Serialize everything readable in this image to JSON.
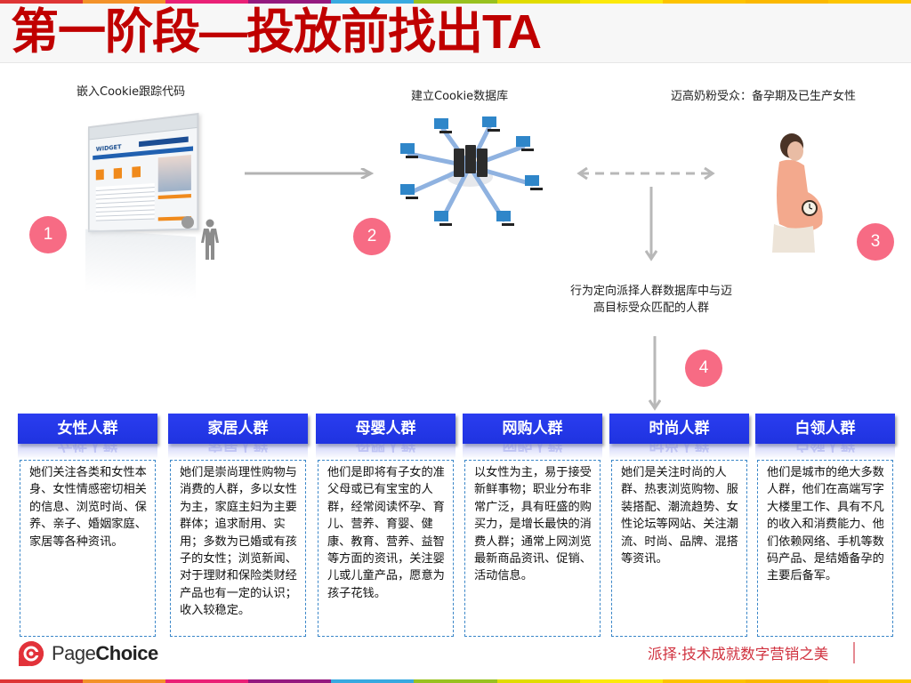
{
  "colors": {
    "accent": "#c00000",
    "step_badge": "#f76b84",
    "segment_header": "#2437e8",
    "dashed_border": "#3a86c8",
    "colorbar": [
      "#de3535",
      "#f39229",
      "#ea2076",
      "#94197f",
      "#38a9e0",
      "#98c11f",
      "#e1dc00",
      "#fce90b",
      "#fdc300",
      "#fbb800",
      "#fdc500"
    ]
  },
  "header": {
    "title_cn": "第一阶段—投放前找出",
    "title_en": "TA"
  },
  "flow": {
    "step1": {
      "number": "1",
      "caption": "嵌入Cookie跟踪代码",
      "icon": "browser-screenshot"
    },
    "step2": {
      "number": "2",
      "caption": "建立Cookie数据库",
      "icon": "server-network"
    },
    "step3": {
      "number": "3",
      "caption": "迈高奶粉受众：备孕期及已生产女性",
      "icon": "pregnant-woman-photo"
    },
    "step4": {
      "number": "4",
      "caption_line1": "行为定向派择人群数据库中与迈",
      "caption_line2": "高目标受众匹配的人群"
    },
    "browser_logo": "WIDGET"
  },
  "segments": [
    {
      "title": "女性人群",
      "description": "她们关注各类和女性本身、女性情感密切相关的信息、浏览时尚、保养、亲子、婚姻家庭、家居等各种资讯。"
    },
    {
      "title": "家居人群",
      "description": "她们是崇尚理性购物与消费的人群，多以女性为主，家庭主妇为主要群体；追求耐用、实用；多数为已婚或有孩子的女性；浏览新闻、对于理财和保险类财经产品也有一定的认识； 收入较稳定。"
    },
    {
      "title": "母婴人群",
      "description": "他们是即将有子女的准父母或已有宝宝的人群，经常阅读怀孕、育儿、营养、育婴、健康、教育、营养、益智等方面的资讯，关注婴儿或儿童产品，愿意为孩子花钱。"
    },
    {
      "title": "网购人群",
      "description": "以女性为主，易于接受新鲜事物；职业分布非常广泛，具有旺盛的购买力，是增长最快的消费人群；通常上网浏览最新商品资讯、促销、活动信息。"
    },
    {
      "title": "时尚人群",
      "description": "她们是关注时尚的人群、热衷浏览购物、服装搭配、潮流趋势、女性论坛等网站、关注潮流、时尚、品牌、混搭等资讯。"
    },
    {
      "title": "白领人群",
      "description": "他们是城市的绝大多数人群，他们在高端写字大楼里工作、具有不凡的收入和消费能力、他们依赖网络、手机等数码产品、是结婚备孕的主要后备军。"
    }
  ],
  "footer": {
    "brand_part1": "Page",
    "brand_part2": "Choice",
    "slogan": "派择·技术成就数字营销之美"
  }
}
